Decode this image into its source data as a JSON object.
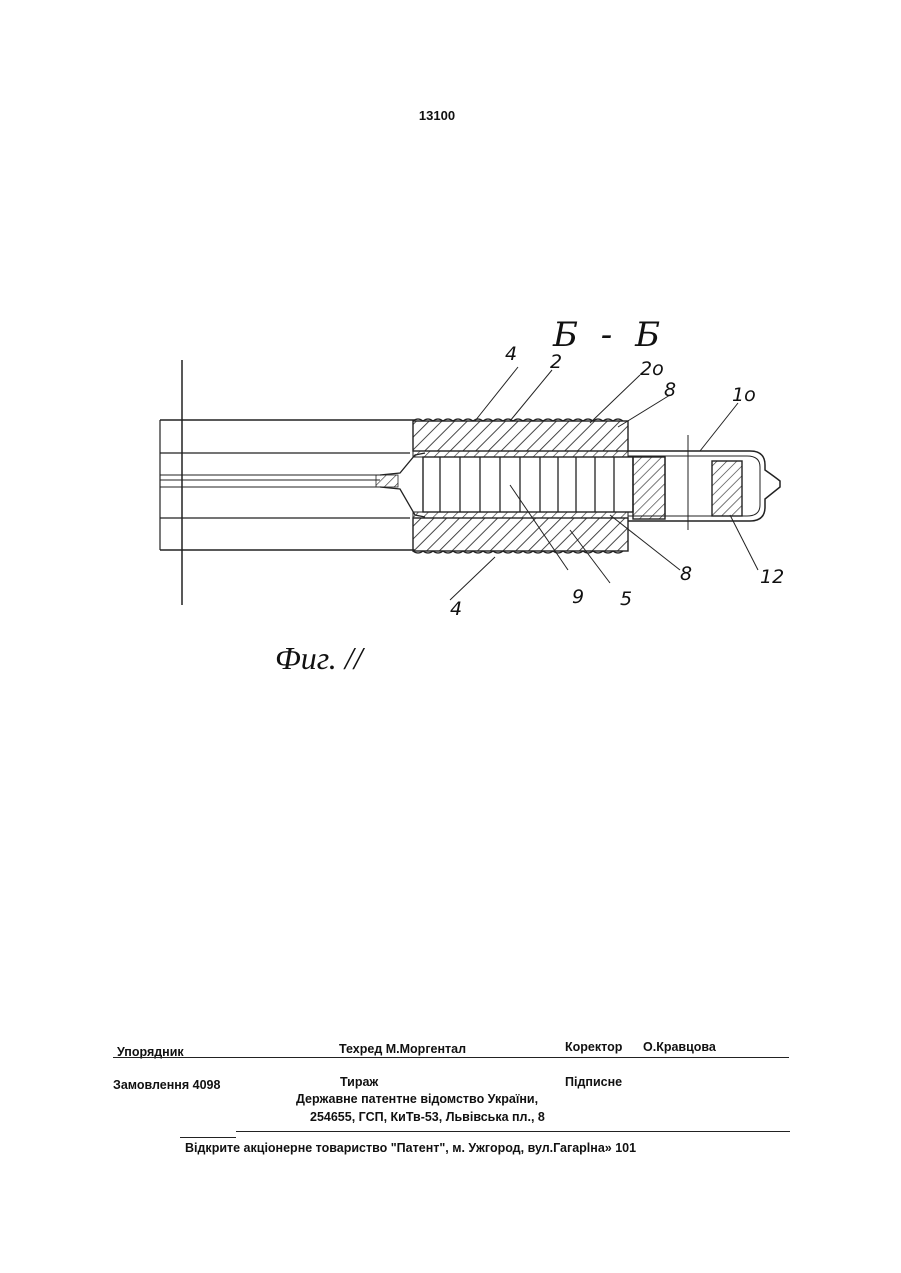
{
  "page": {
    "number": "13100"
  },
  "figure": {
    "section_label": "Б - Б",
    "caption": "Фиг. //",
    "callouts": {
      "top_4": "4",
      "top_2": "2",
      "top_20": "2o",
      "top_8": "8",
      "top_10": "1o",
      "bottom_4": "4",
      "bottom_9": "9",
      "bottom_5": "5",
      "bottom_8": "8",
      "bottom_12": "12"
    }
  },
  "colophon": {
    "compiler_label": "Упорядник",
    "tech_editor": "Техред М.Моргентал",
    "corrector_label": "Коректор",
    "corrector_name": "О.Кравцова",
    "order": "Замовлення 4098",
    "circulation": "Тираж",
    "subscription": "Підписне",
    "office_line1": "Державне патентне відомство України,",
    "office_line2": "254655, ГСП, КиТв-53, Львівська пл., 8",
    "publisher": "Відкрите акціонерне товариство  \"Патент\", м. Ужгород, вул.Гагарlна» 101"
  }
}
